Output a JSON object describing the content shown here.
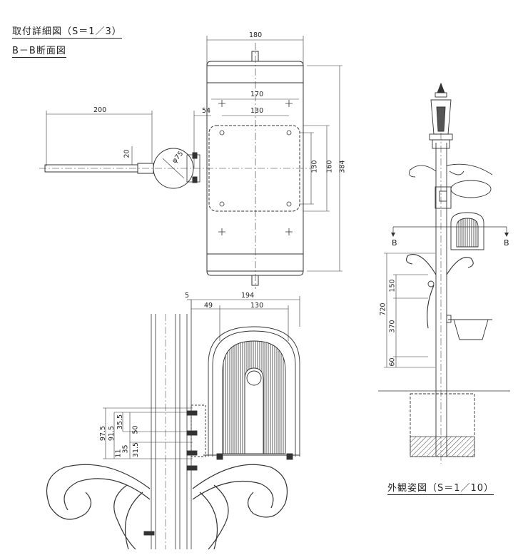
{
  "titles": {
    "detail": "取付詳細図（S＝1／3）",
    "section": "B－B断面図",
    "exterior": "外観姿図（S＝1／10）"
  },
  "section_marks": {
    "left": "B",
    "right": "B"
  },
  "dimensions": {
    "top_width_180": "180",
    "plate_170": "170",
    "offset_54": "54",
    "bolt_130_h": "130",
    "arm_200": "200",
    "arm_dia_20": "20",
    "pipe_phi": "φ75",
    "bolt_130_v": "130",
    "plate_160": "160",
    "height_384": "384",
    "gap_5": "5",
    "width_194": "194",
    "offset_49": "49",
    "bolt_130_b": "130",
    "d_97_5": "97.5",
    "d_91_5": "91.5",
    "d_35_5": "35.5",
    "d_50": "50",
    "d_35": "35",
    "d_31_5": "31.5",
    "d_11": "11",
    "h_720": "720",
    "h_150": "150",
    "h_370": "370",
    "h_60": "60"
  }
}
